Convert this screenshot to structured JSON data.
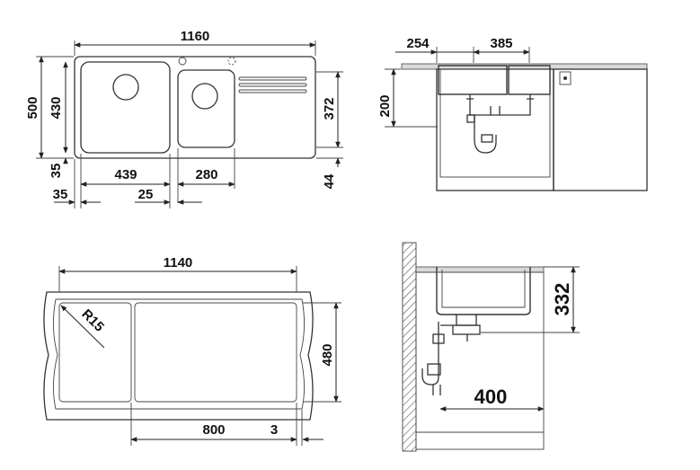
{
  "top_view": {
    "overall_width": "1160",
    "overall_depth": "500",
    "bowl_depth": "430",
    "drainer_depth": "372",
    "edge_top": "35",
    "edge_bottom": "35",
    "main_bowl_width": "439",
    "gap": "25",
    "second_bowl_width": "280",
    "right_offset": "44"
  },
  "side_view": {
    "offset": "254",
    "span": "385",
    "depth": "200"
  },
  "cutout_view": {
    "width": "1140",
    "radius": "R15",
    "depth": "480",
    "offset": "800",
    "edge": "3"
  },
  "section_view": {
    "height": "332",
    "distance": "400"
  }
}
